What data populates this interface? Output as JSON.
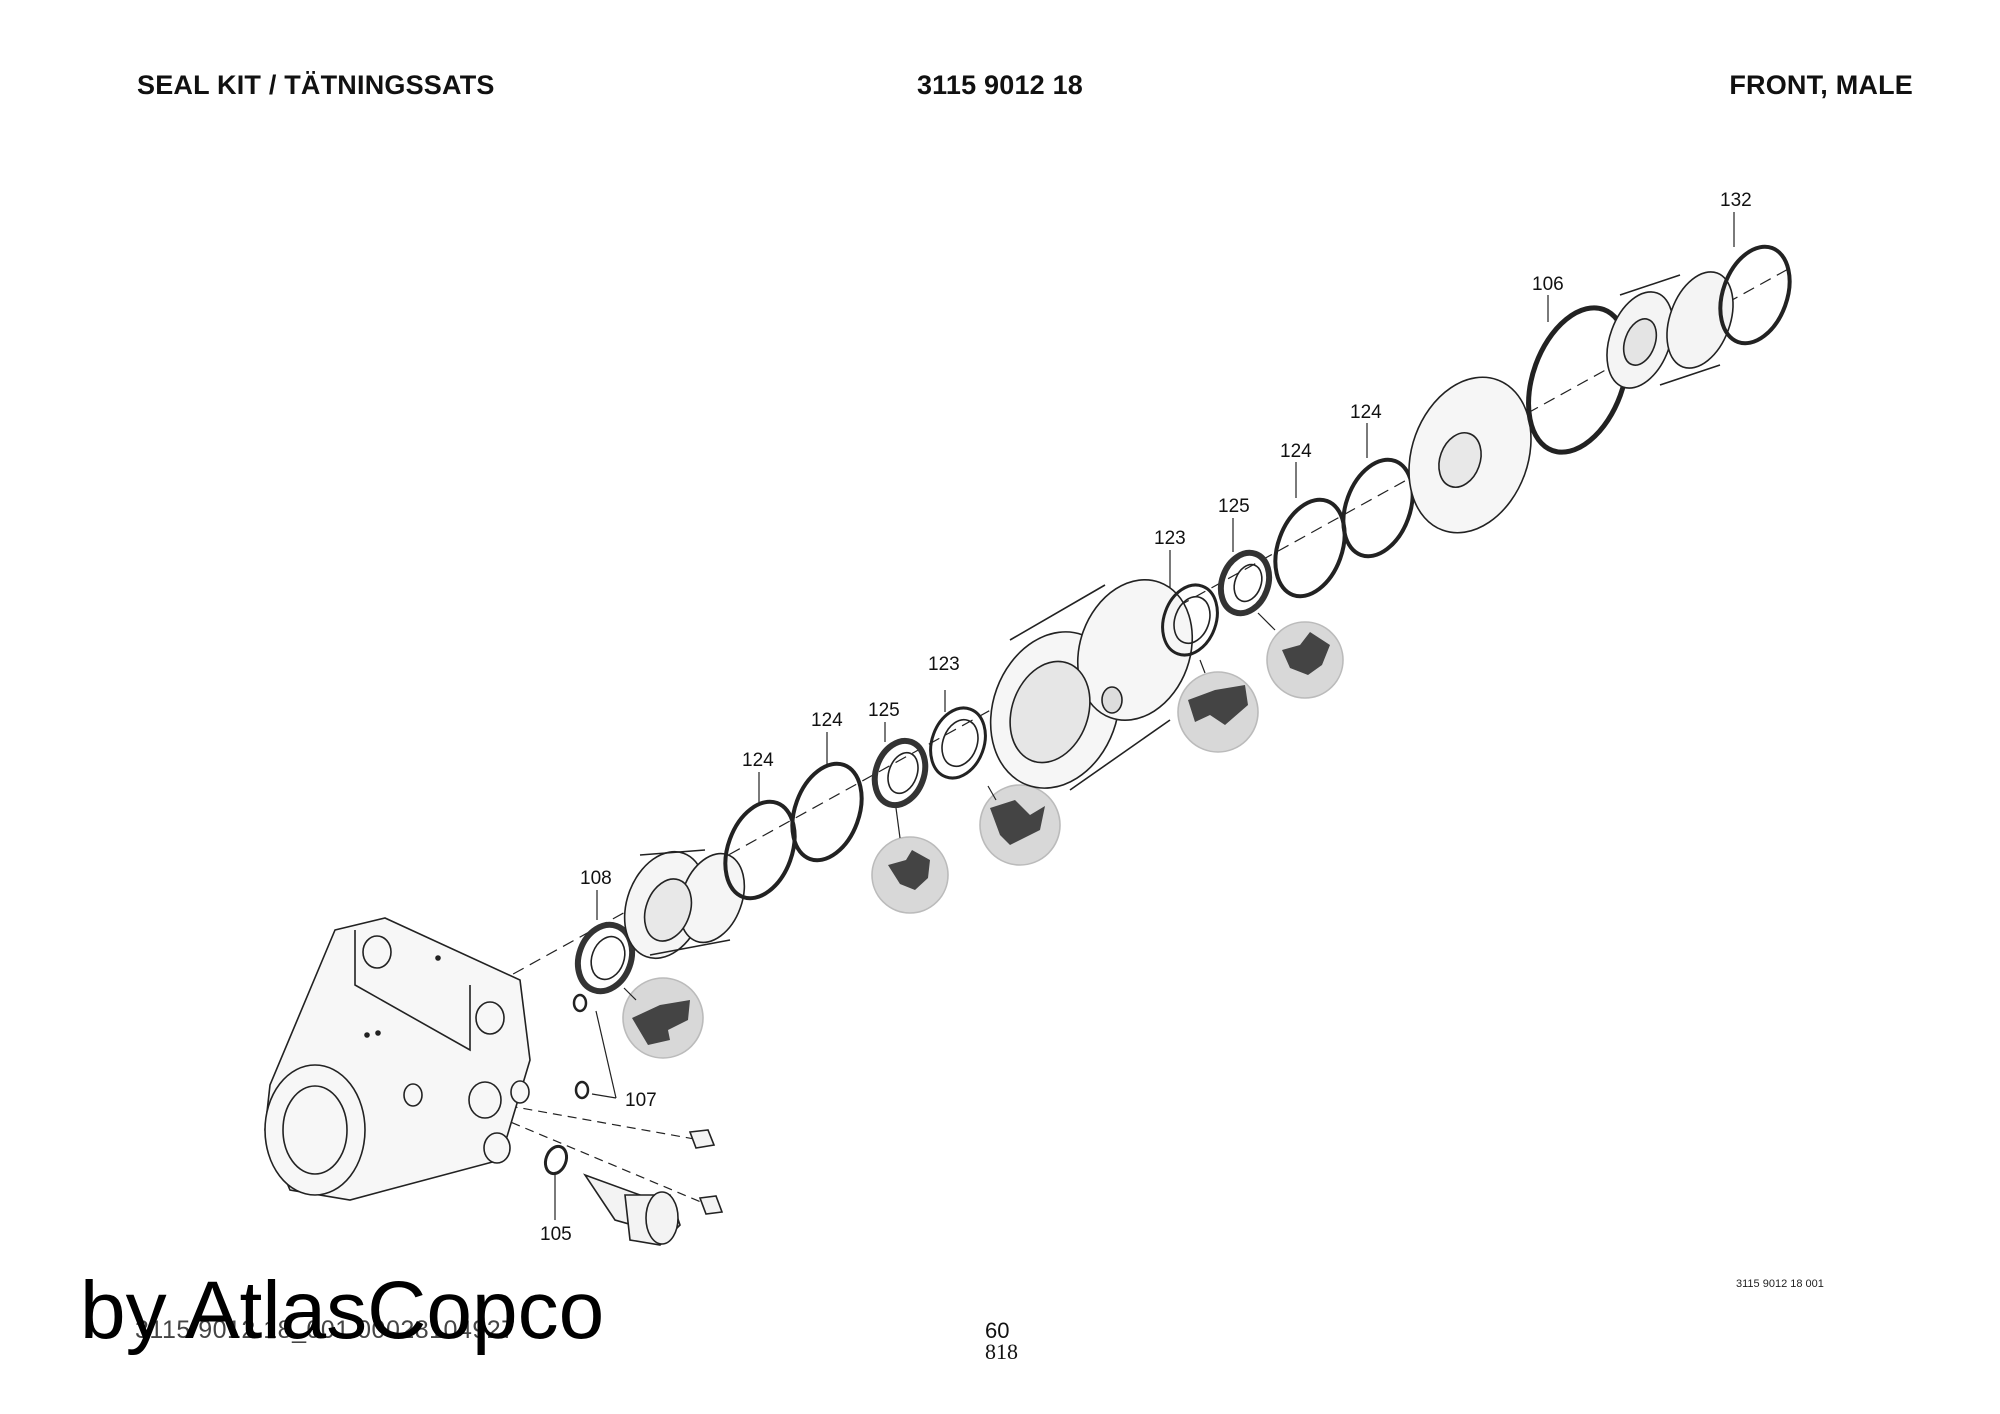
{
  "header": {
    "left": "SEAL KIT / TÄTNINGSSATS",
    "center": "3115 9012 18",
    "right": "FRONT, MALE"
  },
  "callouts": {
    "c132": "132",
    "c106": "106",
    "c124a": "124",
    "c124b": "124",
    "c125a": "125",
    "c123a": "123",
    "c123b": "123",
    "c125b": "125",
    "c124c": "124",
    "c124d": "124",
    "c108": "108",
    "c107": "107",
    "c105": "105"
  },
  "footer": {
    "drawing_number": "3115 9012 18 001",
    "file_ref": "3115 9012 18_001 00028104927",
    "brand": "by AtlasCopco",
    "page_number": "60",
    "page_number_2": "818"
  }
}
